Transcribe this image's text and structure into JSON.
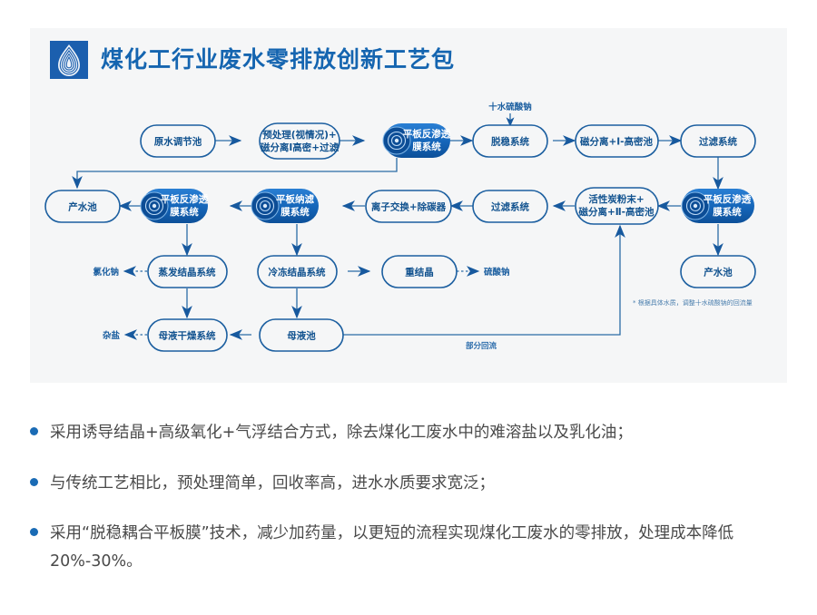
{
  "header": {
    "title": "煤化工行业废水零排放创新工艺包",
    "logo_icon": "water-drop-ripple-logo",
    "brand_color": "#1565b0"
  },
  "flowchart": {
    "type": "process-flow-diagram",
    "nodes": [
      {
        "id": "n1",
        "label": "原水调节池",
        "style": "outline"
      },
      {
        "id": "n2",
        "label": "预处理(视情况)+\n磁分离Ⅰ高密+过滤",
        "line1": "预处理(视情况)+",
        "line2": "磁分离Ⅰ高密+过滤",
        "style": "outline"
      },
      {
        "id": "n3",
        "line1": "平板反渗透",
        "line2": "膜系统",
        "style": "filled",
        "icon": "membrane-disc-icon"
      },
      {
        "id": "n4",
        "label": "脱稳系统",
        "style": "outline"
      },
      {
        "id": "n5",
        "label": "磁分离+Ⅰ-高密池",
        "style": "outline"
      },
      {
        "id": "n6",
        "label": "过滤系统",
        "style": "outline"
      },
      {
        "id": "n7",
        "line1": "平板反渗透",
        "line2": "膜系统",
        "style": "filled",
        "icon": "membrane-disc-icon"
      },
      {
        "id": "n8",
        "line1": "活性炭粉末+",
        "line2": "磁分离+Ⅱ-高密池",
        "style": "outline"
      },
      {
        "id": "n9",
        "label": "过滤系统",
        "style": "outline"
      },
      {
        "id": "n10",
        "label": "离子交换+除碳器",
        "style": "outline"
      },
      {
        "id": "n11",
        "line1": "平板纳滤",
        "line2": "膜系统",
        "style": "filled",
        "icon": "membrane-disc-icon"
      },
      {
        "id": "n12",
        "line1": "平板反渗透",
        "line2": "膜系统",
        "style": "filled",
        "icon": "membrane-disc-icon"
      },
      {
        "id": "n13",
        "label": "产水池",
        "style": "outline"
      },
      {
        "id": "n14",
        "label": "产水池",
        "style": "outline"
      },
      {
        "id": "n15",
        "label": "蒸发结晶系统",
        "style": "outline"
      },
      {
        "id": "n16",
        "label": "冷冻结晶系统",
        "style": "outline"
      },
      {
        "id": "n17",
        "label": "重结晶",
        "style": "outline"
      },
      {
        "id": "n18",
        "label": "母液干燥系统",
        "style": "outline"
      },
      {
        "id": "n19",
        "label": "母液池",
        "style": "outline"
      }
    ],
    "free_labels": [
      {
        "id": "l1",
        "text": "十水硫酸钠",
        "kind": "input-chemical"
      },
      {
        "id": "l2",
        "text": "氯化钠",
        "kind": "output-product"
      },
      {
        "id": "l3",
        "text": "硫酸钠",
        "kind": "output-product"
      },
      {
        "id": "l4",
        "text": "杂盐",
        "kind": "output-product"
      },
      {
        "id": "l5",
        "text": "部分回流",
        "kind": "flow-annotation"
      }
    ],
    "footnote": "* 根据具体水质，调整十水硫酸钠的回流量"
  },
  "bullets": [
    "采用诱导结晶+高级氧化+气浮结合方式，除去煤化工废水中的难溶盐以及乳化油；",
    "与传统工艺相比，预处理简单，回收率高，进水水质要求宽泛；",
    "采用“脱稳耦合平板膜”技术，减少加药量，以更短的流程实现煤化工废水的零排放，处理成本降低20%-30%。"
  ]
}
